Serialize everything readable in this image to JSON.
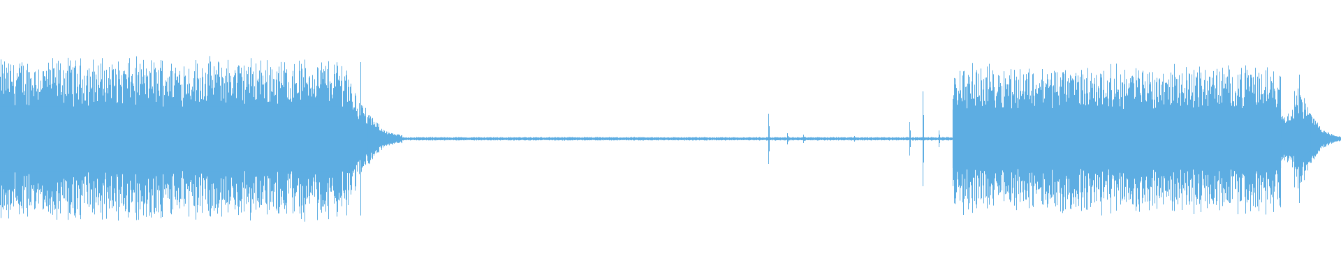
{
  "waveform": {
    "color": "#5dade2",
    "background": "#ffffff",
    "description_segments": [
      {
        "kind": "loud",
        "start": 0.0,
        "end": 0.26,
        "amplitude": 0.55
      },
      {
        "kind": "decay",
        "start": 0.26,
        "end": 0.3,
        "amplitude_from": 0.42,
        "amplitude_to": 0.03
      },
      {
        "kind": "silence",
        "start": 0.3,
        "end": 0.71,
        "amplitude": 0.012
      },
      {
        "kind": "loud",
        "start": 0.71,
        "end": 0.955,
        "amplitude": 0.5
      },
      {
        "kind": "decay",
        "start": 0.965,
        "end": 1.0,
        "amplitude_from": 0.45,
        "amplitude_to": 0.02
      }
    ],
    "transients": [
      {
        "pos": 0.573,
        "amplitude": 0.18
      },
      {
        "pos": 0.587,
        "amplitude": 0.04
      },
      {
        "pos": 0.599,
        "amplitude": 0.03
      },
      {
        "pos": 0.637,
        "amplitude": 0.02
      },
      {
        "pos": 0.678,
        "amplitude": 0.12
      },
      {
        "pos": 0.688,
        "amplitude": 0.34
      },
      {
        "pos": 0.7,
        "amplitude": 0.06
      }
    ],
    "peak_markers": [
      {
        "pos": 0.121,
        "amplitude": 0.56
      },
      {
        "pos": 0.269,
        "amplitude": 0.55
      },
      {
        "pos": 0.969,
        "amplitude": 0.46
      }
    ]
  }
}
